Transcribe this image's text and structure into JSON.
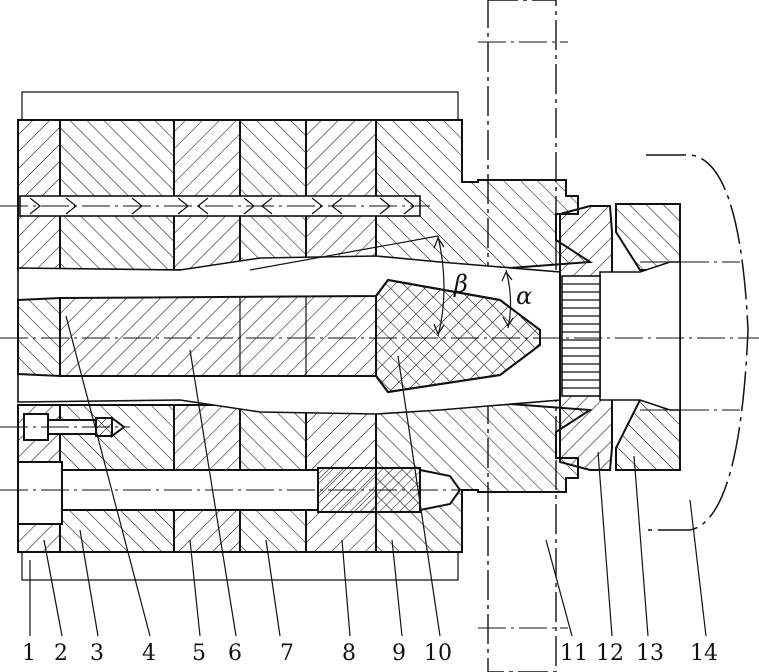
{
  "angle_labels": {
    "beta": "β",
    "alpha": "α"
  },
  "part_numbers": [
    "1",
    "2",
    "3",
    "4",
    "5",
    "6",
    "7",
    "8",
    "9",
    "10",
    "11",
    "12",
    "13",
    "14"
  ],
  "colors": {
    "line": "#111111",
    "background": "#ffffff"
  }
}
